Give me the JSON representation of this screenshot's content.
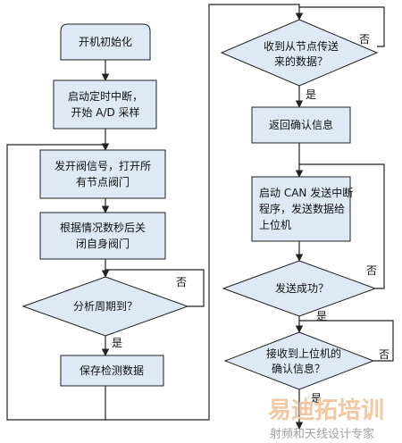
{
  "diagram": {
    "nodes": {
      "init": {
        "label": [
          "开机初始化"
        ]
      },
      "timer": {
        "label": [
          "启动定时中断，",
          "开始 A/D 采样"
        ]
      },
      "open_valves": {
        "label": [
          "发开阀信号，打开所",
          "有节点阀门"
        ]
      },
      "close_valve": {
        "label": [
          "根据情况数秒后关",
          "闭自身阀门"
        ]
      },
      "period_check": {
        "label": [
          "分析周期到？"
        ]
      },
      "save_data": {
        "label": [
          "保存检测数据"
        ]
      },
      "recv_check": {
        "label": [
          "收到从节点传送",
          "来的数据？"
        ]
      },
      "ack": {
        "label": [
          "返回确认信息"
        ]
      },
      "can_send": {
        "label": [
          "启动 CAN 发送中断",
          "程序，发送数据给",
          "上位机"
        ]
      },
      "send_ok_check": {
        "label": [
          "发送成功？"
        ]
      },
      "host_ack_check": {
        "label": [
          "接收到上位机的",
          "确认信息？"
        ]
      }
    },
    "edge_labels": {
      "yes": "是",
      "no": "否"
    },
    "colors": {
      "box_fill": "#dfe8f5",
      "box_stroke": "#1f1f1f",
      "line": "#222222"
    }
  },
  "watermark": {
    "main": "易迪拓培训",
    "sub": "射频和天线设计专家"
  }
}
